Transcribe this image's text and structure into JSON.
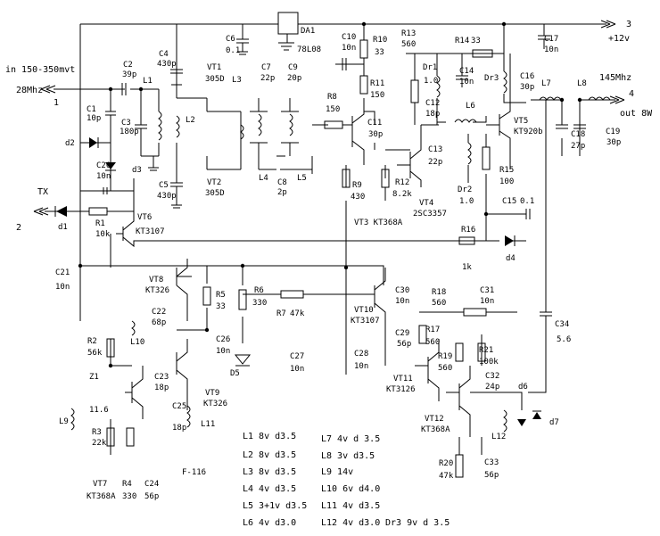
{
  "ports": {
    "in_caption": "in 150-350mvt",
    "in_freq": "28Mhz",
    "in_num": "1",
    "tx": "TX",
    "tx_num": "2",
    "supply_num": "3",
    "supply_v": "+12v",
    "out_freq": "145Mhz",
    "out_num": "4",
    "out_power": "out 8W"
  },
  "parts": {
    "da1": "DA1",
    "da1v": "78L08",
    "c1": "C1",
    "c1v": "10p",
    "c2": "C2",
    "c2v": "39p",
    "c3": "C3",
    "c3v": "180p",
    "c4": "C4",
    "c4v": "430p",
    "c5": "C5",
    "c5v": "430p",
    "c6": "C6",
    "c6v": "0.1",
    "c7": "C7",
    "c7v": "22p",
    "c8": "C8",
    "c8v": "2p",
    "c9": "C9",
    "c9v": "20p",
    "c10": "C10",
    "c10v": "10n",
    "c11": "C11",
    "c11v": "30p",
    "c12": "C12",
    "c12v": "18p",
    "c13": "C13",
    "c13v": "22p",
    "c14": "C14",
    "c14v": "10n",
    "c15": "C15",
    "c15v": "0.1",
    "c16": "C16",
    "c16v": "30p",
    "c17": "C17",
    "c17v": "10n",
    "c18": "C18",
    "c18v": "27p",
    "c19": "C19",
    "c19v": "30p",
    "c20": "C20",
    "c20v": "10n",
    "c21": "C21",
    "c21v": "10n",
    "c22": "C22",
    "c22v": "68p",
    "c23": "C23",
    "c23v": "18p",
    "c24": "C24",
    "c24v": "56p",
    "c25": "C25",
    "c25v": "18p",
    "c26": "C26",
    "c26v": "10n",
    "c27": "C27",
    "c27v": "10n",
    "c28": "C28",
    "c28v": "10n",
    "c29": "C29",
    "c29v": "56p",
    "c30": "C30",
    "c30v": "10n",
    "c31": "C31",
    "c31v": "10n",
    "c32": "C32",
    "c32v": "24p",
    "c33": "C33",
    "c33v": "56p",
    "c34": "C34",
    "c34v": "5.6",
    "r1": "R1",
    "r1v": "10k",
    "r2": "R2",
    "r2v": "56k",
    "r3": "R3",
    "r3v": "22k",
    "r4": "R4",
    "r4v": "330",
    "r5": "R5",
    "r5v": "33",
    "r6": "R6",
    "r6v": "330",
    "r7": "R7",
    "r7v": "47k",
    "r8": "R8",
    "r8v": "150",
    "r9": "R9",
    "r9v": "430",
    "r10": "R10",
    "r10v": "33",
    "r11": "R11",
    "r11v": "150",
    "r12": "R12",
    "r12v": "8.2k",
    "r13": "R13",
    "r13v": "560",
    "r14": "R14",
    "r14v": "33",
    "r15": "R15",
    "r15v": "100",
    "r16": "R16",
    "r16v": "1k",
    "r17": "R17",
    "r17v": "560",
    "r18": "R18",
    "r18v": "560",
    "r19": "R19",
    "r19v": "560",
    "r20": "R20",
    "r20v": "47k",
    "r21": "R21",
    "r21v": "100k",
    "l1": "L1",
    "l2": "L2",
    "l3": "L3",
    "l4": "L4",
    "l5": "L5",
    "l6": "L6",
    "l7": "L7",
    "l8": "L8",
    "l9": "L9",
    "l10": "L10",
    "l11": "L11",
    "l12": "L12",
    "dr1": "Dr1",
    "dr1v": "1.0",
    "dr2": "Dr2",
    "dr2v": "1.0",
    "dr3": "Dr3",
    "vt1": "VT1",
    "vt1v": "305D",
    "vt2": "VT2",
    "vt2v": "305D",
    "vt3": "VT3 KT368A",
    "vt4": "VT4",
    "vt4v": "2SC3357",
    "vt5": "VT5",
    "vt5v": "KT920b",
    "vt6": "VT6",
    "vt6v": "KT3107",
    "vt7": "VT7",
    "vt7v": "KT368A",
    "vt8": "VT8",
    "vt8v": "KT326",
    "vt9": "VT9",
    "vt9v": "KT326",
    "vt10": "VT10",
    "vt10v": "KT3107",
    "vt11": "VT11",
    "vt11v": "KT3126",
    "vt12": "VT12",
    "vt12v": "KT368A",
    "d1": "d1",
    "d2": "d2",
    "d3": "d3",
    "d4": "d4",
    "d5": "D5",
    "d6": "d6",
    "d7": "d7",
    "z1": "Z1",
    "z1v": "11.6",
    "f116": "F-116"
  },
  "coil_notes": [
    "L1 8v d3.5",
    "L2 8v d3.5",
    "L3 8v d3.5",
    "L4 4v d3.5",
    "L5 3+1v d3.5",
    "L6 4v d3.0",
    "L7 4v d 3.5",
    "L8 3v d3.5",
    "L9 14v",
    "L10 6v d4.0",
    "L11 4v d3.5",
    "L12 4v d3.0",
    "Dr3 9v d 3.5"
  ]
}
